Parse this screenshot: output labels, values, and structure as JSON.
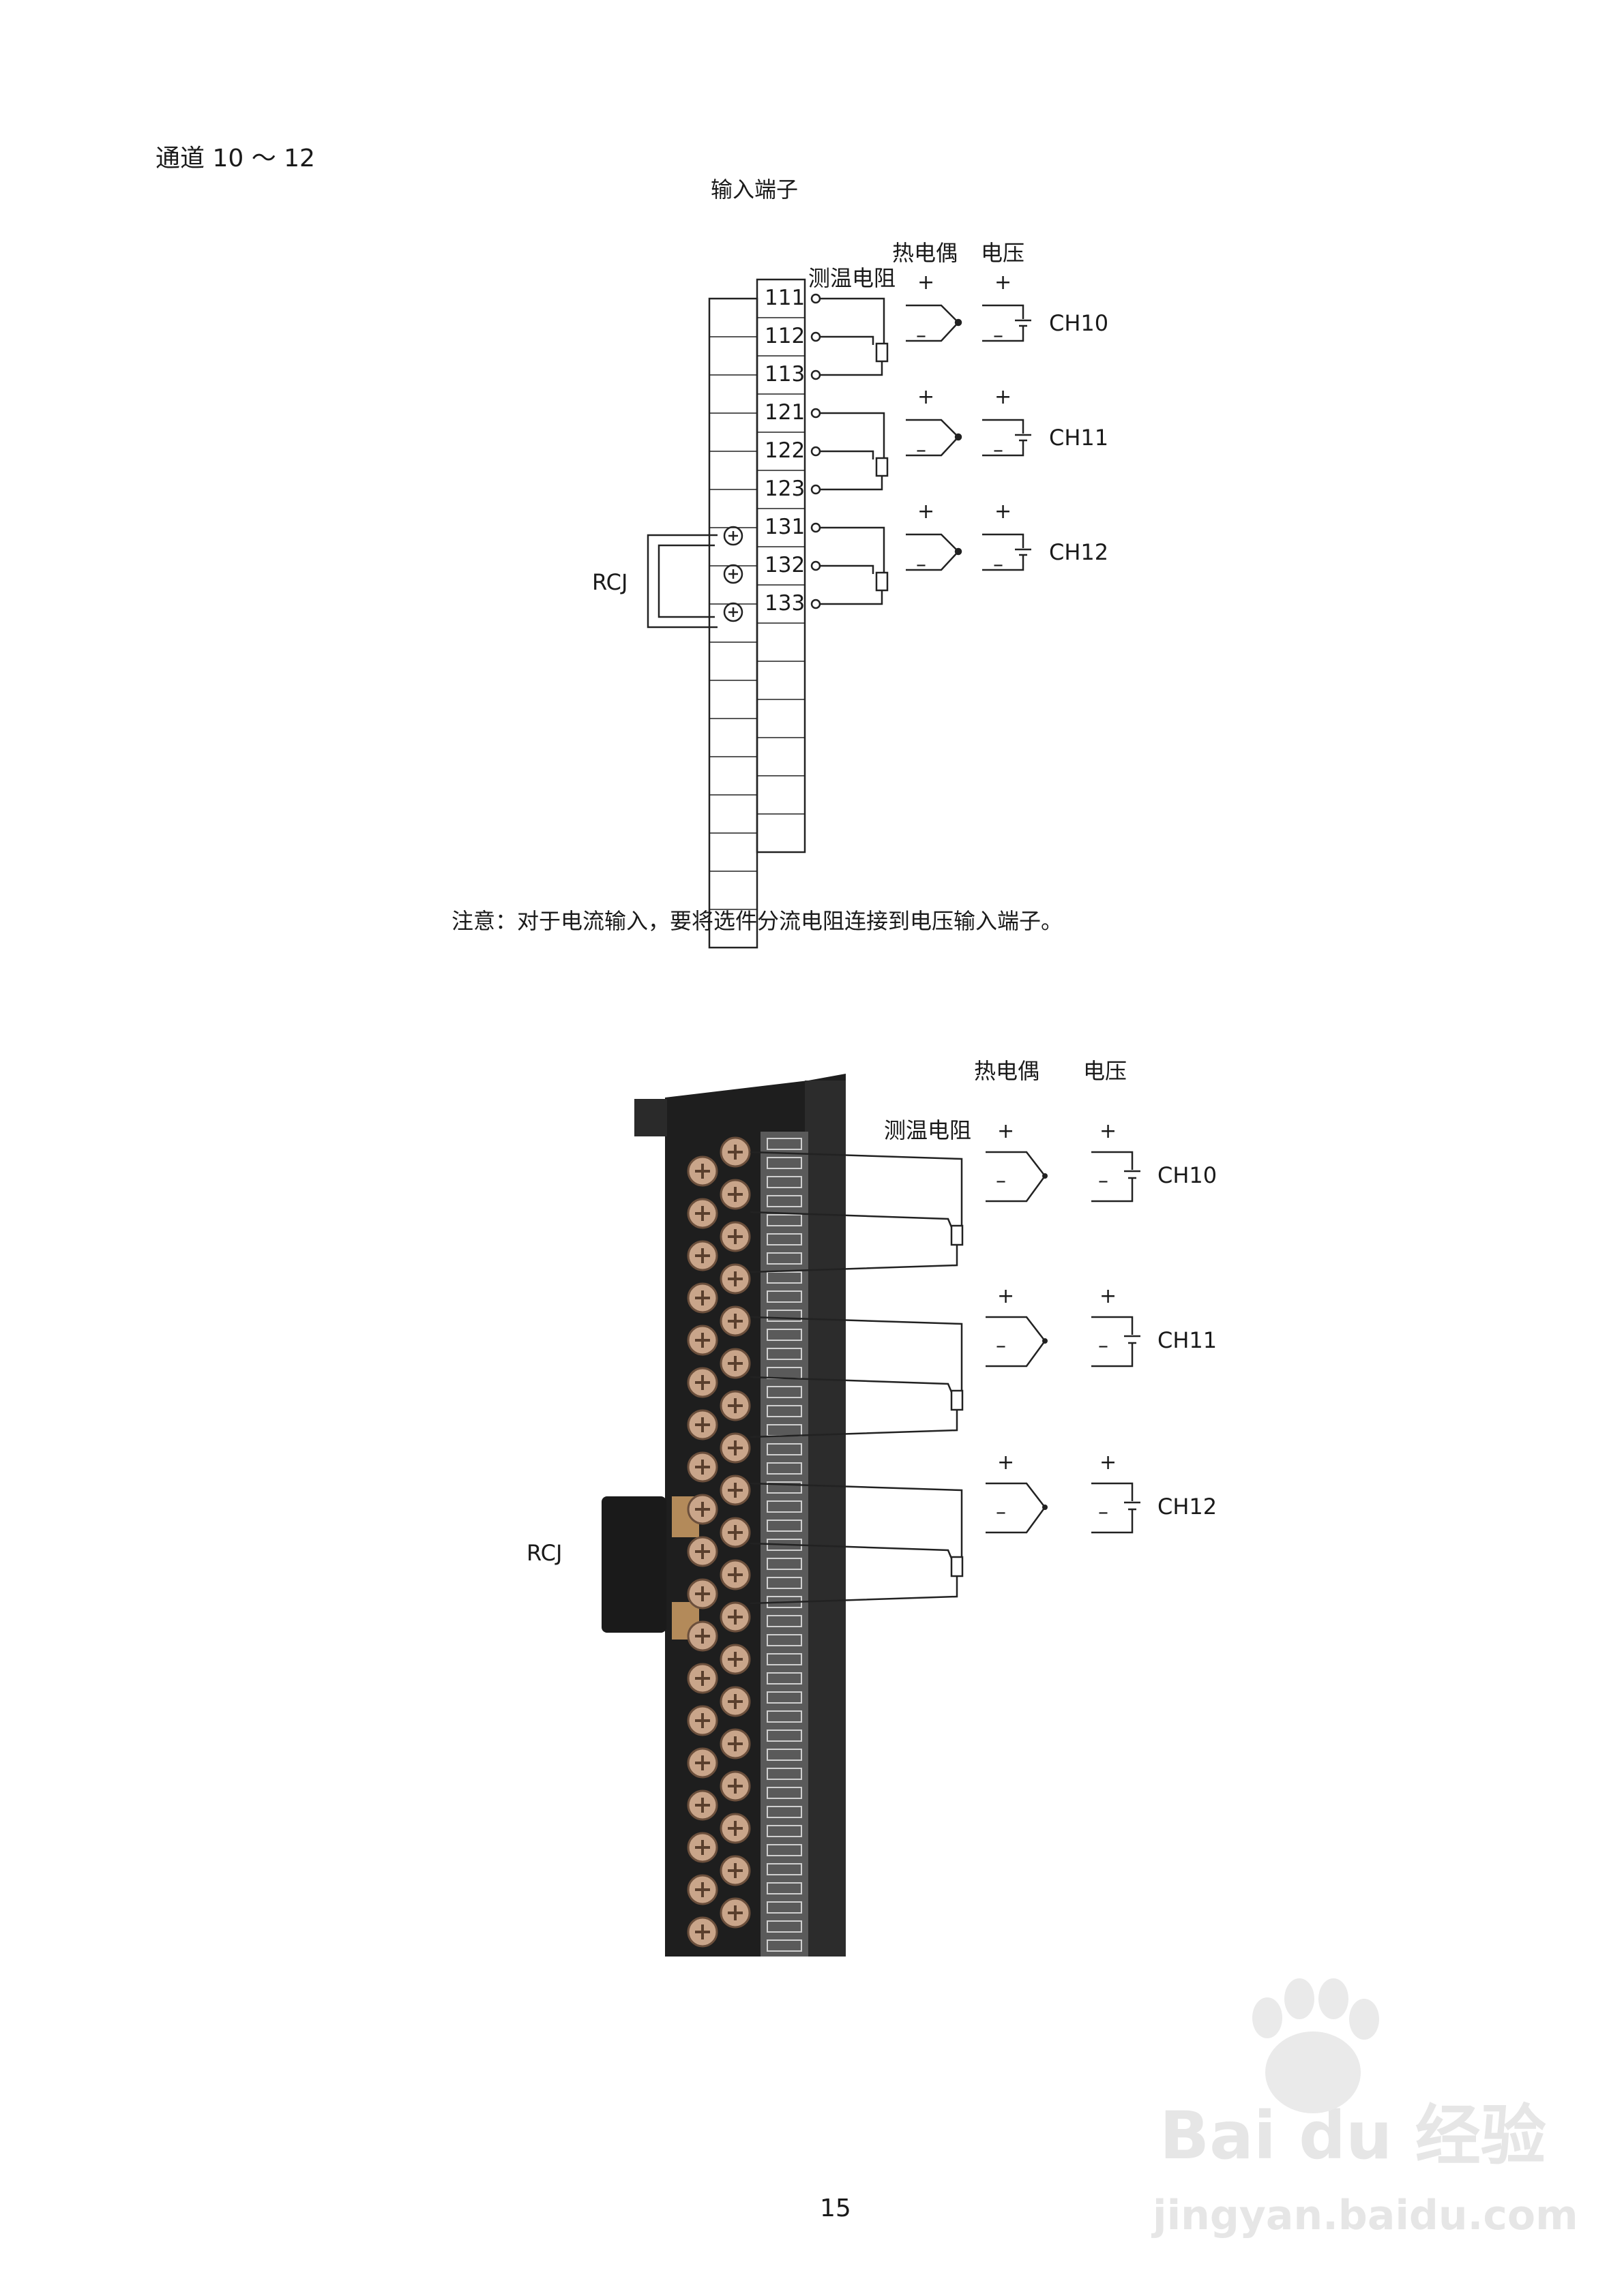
{
  "page_header": "通道 10 ～ 12",
  "diagram1": {
    "title": "输入端子",
    "legend_thermocouple": "热电偶",
    "legend_voltage": "电压",
    "legend_rtd": "测温电阻",
    "terminals": [
      "111",
      "112",
      "113",
      "121",
      "122",
      "123",
      "131",
      "132",
      "133"
    ],
    "channels": [
      "CH10",
      "CH11",
      "CH12"
    ],
    "rcj_label": "RCJ",
    "plus": "+",
    "minus": "–"
  },
  "note": "注意：对于电流输入，要将选件分流电阻连接到电压输入端子。",
  "diagram2": {
    "legend_thermocouple": "热电偶",
    "legend_voltage": "电压",
    "legend_rtd": "测温电阻",
    "channels": [
      "CH10",
      "CH11",
      "CH12"
    ],
    "rcj_label": "RCJ",
    "plus": "+",
    "minus": "–"
  },
  "page_number": "15",
  "watermark": {
    "brand": "Bai du 经验",
    "url": "jingyan.baidu.com"
  }
}
